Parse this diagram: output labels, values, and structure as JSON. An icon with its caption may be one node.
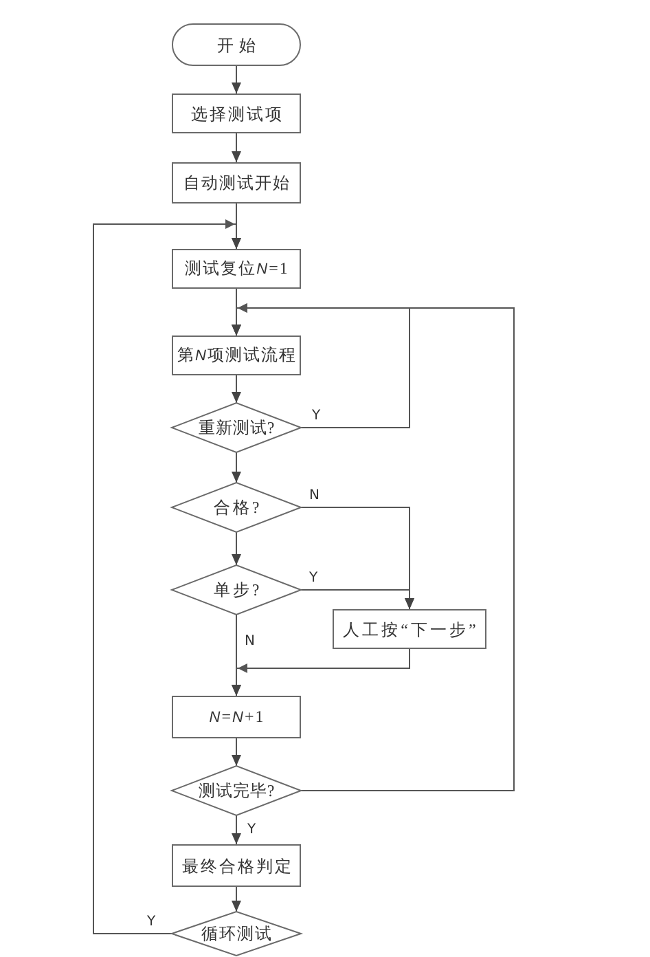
{
  "diagram": {
    "nodes": [
      {
        "text": [
          "开始"
        ]
      },
      {
        "text": [
          "选择测试项"
        ]
      },
      {
        "text": [
          "自动测试开始"
        ]
      },
      {
        "text": [
          "测试复位N=1"
        ]
      },
      {
        "text": [
          "第N项测试流程"
        ]
      },
      {
        "text": [
          "重新测试?"
        ]
      },
      {
        "text": [
          "合格?"
        ]
      },
      {
        "text": [
          "单步?"
        ]
      },
      {
        "text": [
          "人工按“下一步”"
        ]
      },
      {
        "text": [
          "N=N+1"
        ]
      },
      {
        "text": [
          "测试完毕?"
        ]
      },
      {
        "text": [
          "最终合格判定"
        ]
      },
      {
        "text": [
          "循环测试"
        ]
      }
    ],
    "edges": [
      {
        "from": 0,
        "to": 1,
        "arrow": "to"
      },
      {
        "from": 1,
        "to": 2,
        "arrow": "to"
      },
      {
        "from": 2,
        "to": 3,
        "arrow": "to"
      },
      {
        "from": 3,
        "to": 4,
        "arrow": "to"
      },
      {
        "from": 4,
        "to": 5,
        "arrow": "to"
      },
      {
        "from": 5,
        "to": 4,
        "arrow": "to",
        "label": "Y"
      },
      {
        "from": 5,
        "to": 6,
        "arrow": "to"
      },
      {
        "from": 6,
        "to": 8,
        "arrow": "to",
        "label": "N"
      },
      {
        "from": 6,
        "to": 7,
        "arrow": "to"
      },
      {
        "from": 7,
        "to": 8,
        "arrow": "to",
        "label": "Y"
      },
      {
        "from": 7,
        "to": 9,
        "arrow": "to",
        "label": "N"
      },
      {
        "from": 8,
        "to": 9,
        "arrow": "to"
      },
      {
        "from": 9,
        "to": 10,
        "arrow": "to"
      },
      {
        "from": 10,
        "to": 11,
        "arrow": "to",
        "label": "Y"
      },
      {
        "from": 11,
        "to": 12,
        "arrow": "to"
      },
      {
        "from": 12,
        "to": 3,
        "arrow": "to",
        "label": "Y"
      },
      {
        "from": 10,
        "to": 4,
        "arrow": "to"
      }
    ]
  }
}
